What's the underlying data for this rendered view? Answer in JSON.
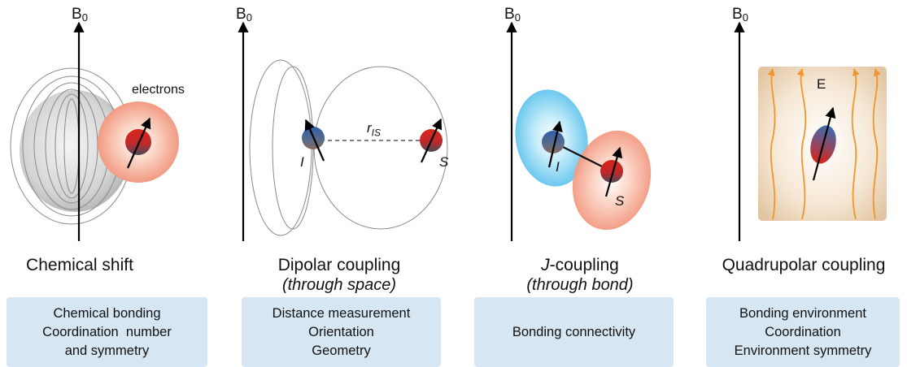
{
  "field_label": "B",
  "field_subscript": "0",
  "panels": [
    {
      "title": "Chemical shift",
      "subtitle": "",
      "annotations": [
        "electrons"
      ],
      "info": [
        "Chemical bonding",
        "Coordination  number",
        "and symmetry"
      ]
    },
    {
      "title": "Dipolar coupling",
      "subtitle": "(through space)",
      "annotations": [
        "r",
        "IS",
        "I",
        "S"
      ],
      "info": [
        "Distance measurement",
        "Orientation",
        "Geometry"
      ]
    },
    {
      "title_prefix": "J",
      "title": "-coupling",
      "subtitle": "(through bond)",
      "annotations": [
        "I",
        "S"
      ],
      "info": [
        "Bonding connectivity"
      ]
    },
    {
      "title": "Quadrupolar coupling",
      "subtitle": "",
      "annotations": [
        "E"
      ],
      "info": [
        "Bonding environment",
        "Coordination",
        "Environment symmetry"
      ]
    }
  ],
  "colors": {
    "info_box": "#d7e6f3",
    "electron_cloud": "#f4a58c",
    "j_cloud_i": "#7fd0f0",
    "j_cloud_s": "#f4a58c",
    "field_lines": "#f0962a",
    "nucleus_top": "#3a6fb3",
    "nucleus_bottom": "#d8241c"
  }
}
